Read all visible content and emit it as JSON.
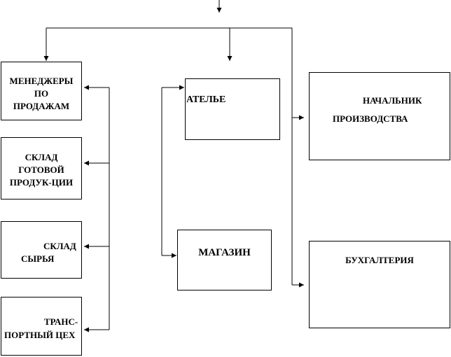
{
  "boxes": {
    "managers": {
      "lines": [
        "МЕНЕДЖЕРЫ",
        "ПО",
        "ПРОДАЖАМ"
      ]
    },
    "finished_goods": {
      "lines": [
        "СКЛАД",
        "ГОТОВОЙ",
        "ПРОДУК-ЦИИ"
      ]
    },
    "raw_materials": {
      "lines": [
        "СКЛАД",
        "СЫРЬЯ"
      ]
    },
    "transport": {
      "lines": [
        "ТРАНС-",
        "ПОРТНЫЙ ЦЕХ"
      ]
    },
    "atelier": {
      "lines": [
        "АТЕЛЬЕ"
      ]
    },
    "shop": {
      "lines": [
        "МАГАЗИН"
      ]
    },
    "production_head": {
      "lines": [
        "НАЧАЛЬНИК",
        "ПРОИЗВОДСТВА"
      ]
    },
    "accounting": {
      "lines": [
        "БУХГАЛТЕРИЯ"
      ]
    }
  },
  "colors": {
    "line": "#000000",
    "background": "#ffffff"
  }
}
